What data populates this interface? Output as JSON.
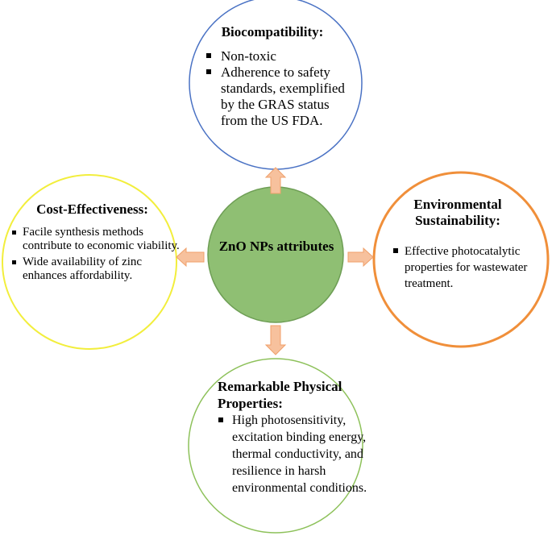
{
  "center": {
    "label": "ZnO NPs attributes"
  },
  "colors": {
    "center_fill": "#8fbf73",
    "center_stroke": "#6e9e55",
    "bio_stroke": "#4a72c4",
    "env_stroke": "#f08f3a",
    "cost_stroke": "#f2ee3c",
    "phys_stroke": "#8dc15a",
    "arrow_fill": "#f7c19d",
    "arrow_stroke": "#f0a06a"
  },
  "nodes": {
    "biocompatibility": {
      "title": "Biocompatibility:",
      "items": [
        "Non-toxic",
        "Adherence to safety standards, exemplified by the GRAS status from the US FDA."
      ]
    },
    "environmental": {
      "title": "Environmental Sustainability:",
      "items": [
        "Effective photocatalytic properties for wastewater treatment."
      ]
    },
    "cost": {
      "title": "Cost-Effectiveness:",
      "items": [
        "Facile synthesis methods contribute to economic viability.",
        "Wide availability of zinc enhances affordability."
      ]
    },
    "physical": {
      "title": "Remarkable Physical Properties:",
      "items": [
        "High photosensitivity, excitation binding energy, thermal conductivity, and resilience in harsh environmental conditions."
      ]
    }
  }
}
